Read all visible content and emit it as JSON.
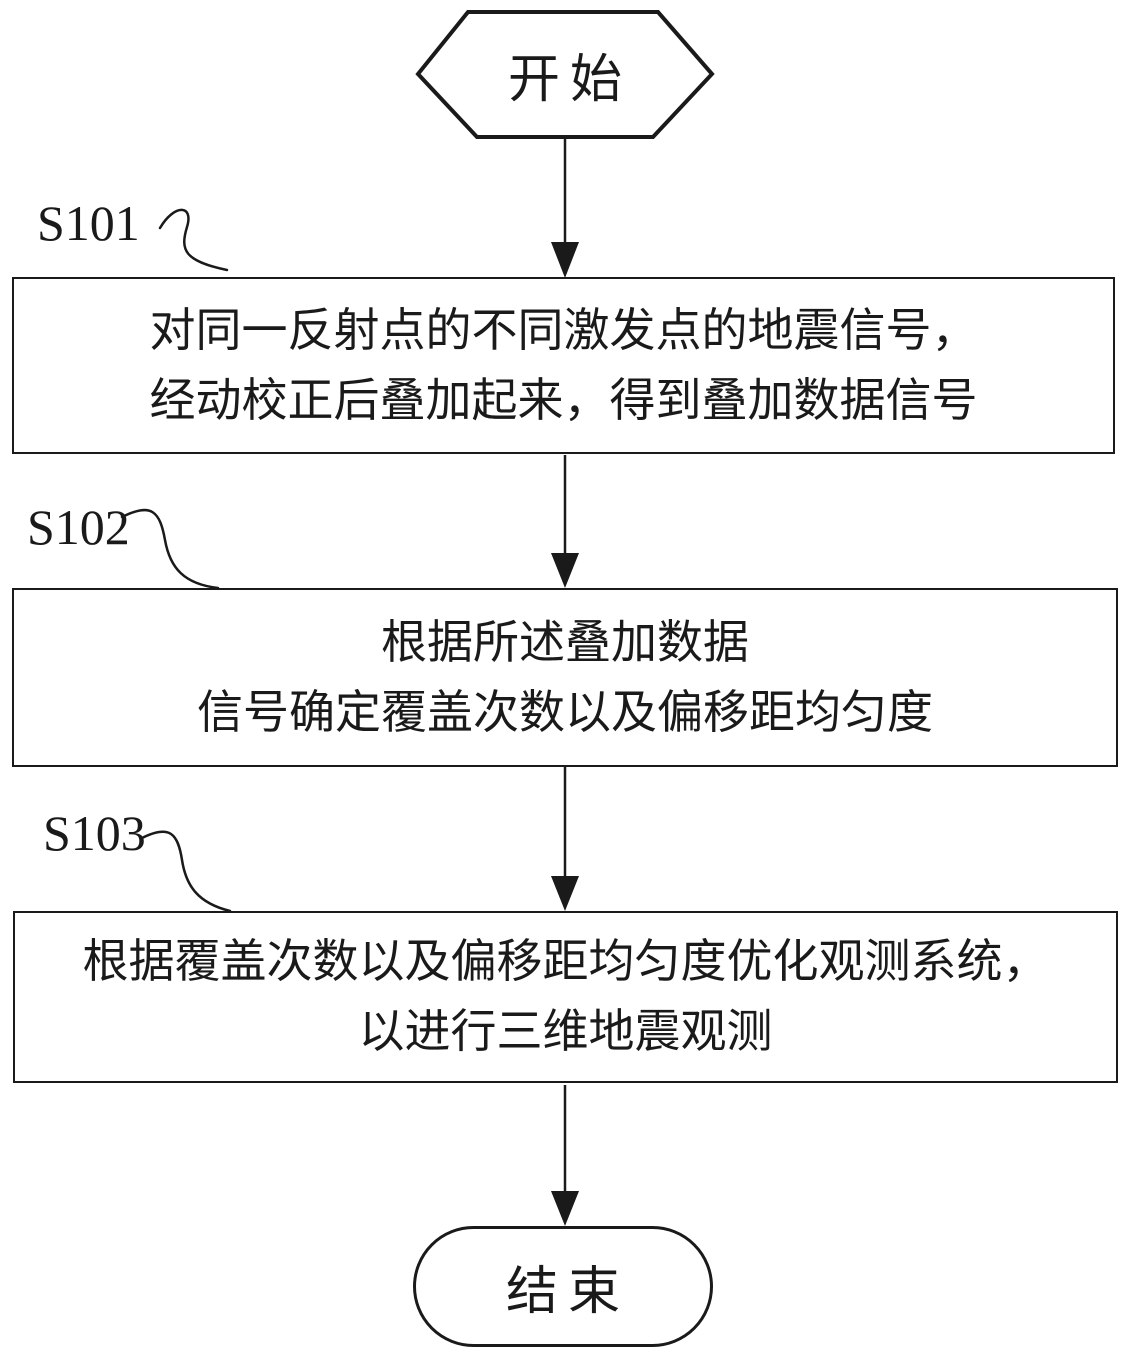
{
  "flowchart": {
    "title": "seismic-observation-method-flowchart",
    "start": {
      "label": "开始"
    },
    "end": {
      "label": "结束"
    },
    "steps": [
      {
        "id": "S101",
        "lines": [
          "对同一反射点的不同激发点的地震信号，",
          "经动校正后叠加起来，得到叠加数据信号"
        ]
      },
      {
        "id": "S102",
        "lines": [
          "根据所述叠加数据",
          "信号确定覆盖次数以及偏移距均匀度"
        ]
      },
      {
        "id": "S103",
        "lines": [
          "根据覆盖次数以及偏移距均匀度优化观测系统，",
          "以进行三维地震观测"
        ]
      }
    ],
    "colors": {
      "stroke": "#1a1a1a",
      "background": "#ffffff",
      "text": "#1a1a1a"
    }
  }
}
